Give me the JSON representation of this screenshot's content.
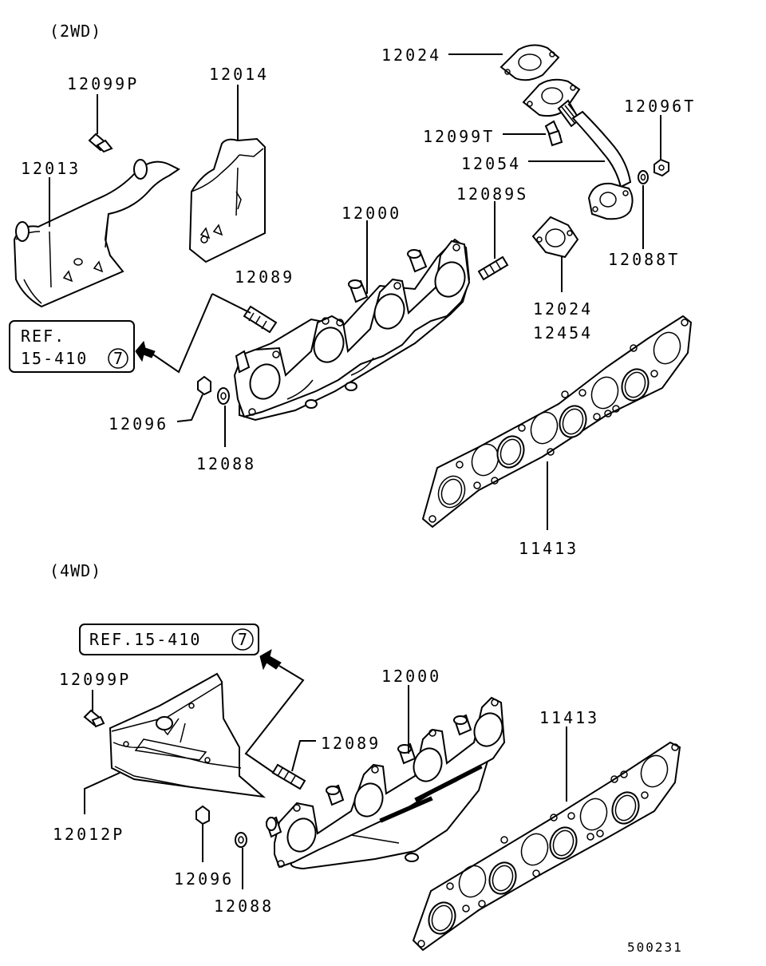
{
  "sections": {
    "top": "(2WD)",
    "bottom": "(4WD)"
  },
  "labels_top": {
    "p12024a": "12024",
    "p12099p": "12099P",
    "p12014": "12014",
    "p12096t": "12096T",
    "p12099t": "12099T",
    "p12054": "12054",
    "p12013": "12013",
    "p12089s": "12089S",
    "p12000": "12000",
    "p12088t": "12088T",
    "p12089": "12089",
    "p12024b": "12024",
    "p12454": "12454",
    "p12096": "12096",
    "p12088": "12088",
    "p11413": "11413"
  },
  "ref_top": {
    "line1": "REF.",
    "line2": "15-410",
    "circled": "7"
  },
  "labels_bottom": {
    "p12099p": "12099P",
    "p12000": "12000",
    "p11413": "11413",
    "p12089": "12089",
    "p12012p": "12012P",
    "p12096": "12096",
    "p12088": "12088"
  },
  "ref_bottom": {
    "text": "REF.15-410",
    "circled": "7"
  },
  "code": "500231"
}
